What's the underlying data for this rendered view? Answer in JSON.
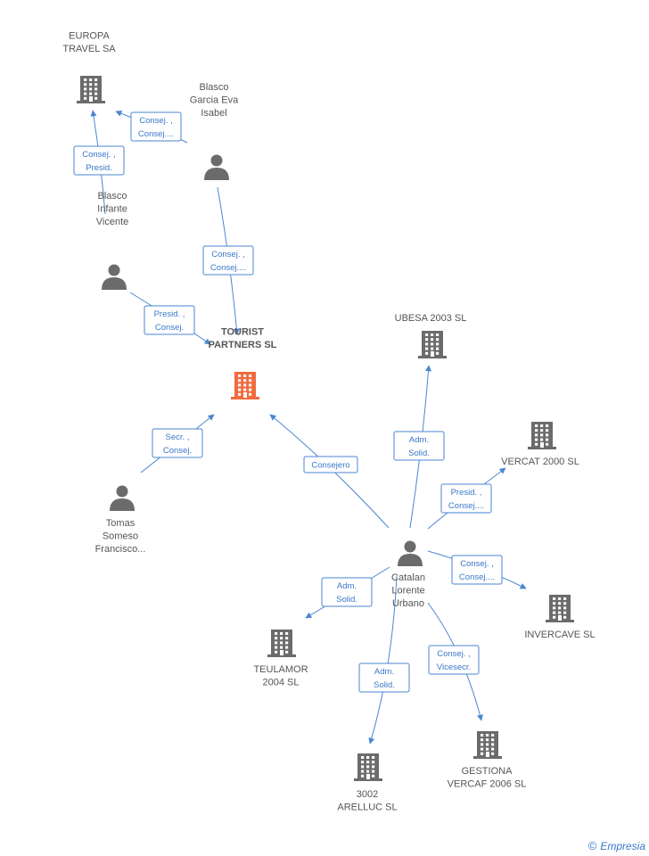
{
  "colors": {
    "edge": "#4a86d0",
    "company": "#6b6b6b",
    "person": "#6b6b6b",
    "focus": "#f26a3d"
  },
  "nodes": [
    {
      "id": "tourist",
      "type": "company",
      "focus": true,
      "label": [
        "TOURIST",
        "PARTNERS SL"
      ]
    },
    {
      "id": "europa",
      "type": "company",
      "label": [
        "EUROPA",
        "TRAVEL SA"
      ]
    },
    {
      "id": "blasco_eva",
      "type": "person",
      "label": [
        "Blasco",
        "Garcia Eva",
        "Isabel"
      ]
    },
    {
      "id": "blasco_vicente",
      "type": "person",
      "label": [
        "Blasco",
        "Infante",
        "Vicente"
      ]
    },
    {
      "id": "tomas",
      "type": "person",
      "label": [
        "Tomas",
        "Someso",
        "Francisco..."
      ]
    },
    {
      "id": "catalan",
      "type": "person",
      "label": [
        "Catalan",
        "Lorente",
        "Urbano"
      ]
    },
    {
      "id": "ubesa",
      "type": "company",
      "label": [
        "UBESA 2003 SL"
      ]
    },
    {
      "id": "vercat",
      "type": "company",
      "label": [
        "VERCAT 2000 SL"
      ]
    },
    {
      "id": "invercave",
      "type": "company",
      "label": [
        "INVERCAVE SL"
      ]
    },
    {
      "id": "teulamor",
      "type": "company",
      "label": [
        "TEULAMOR",
        "2004 SL"
      ]
    },
    {
      "id": "arelluc",
      "type": "company",
      "label": [
        "3002",
        "ARELLUC SL"
      ]
    },
    {
      "id": "gestiona",
      "type": "company",
      "label": [
        "GESTIONA",
        "VERCAF 2006 SL"
      ]
    }
  ],
  "edges": [
    {
      "from": "blasco_eva",
      "to": "europa",
      "label": [
        "Consej. ,",
        "Consej...."
      ]
    },
    {
      "from": "blasco_vicente",
      "to": "europa",
      "label": [
        "Consej. ,",
        "Presid."
      ]
    },
    {
      "from": "blasco_eva",
      "to": "tourist",
      "label": [
        "Consej. ,",
        "Consej...."
      ]
    },
    {
      "from": "blasco_vicente",
      "to": "tourist",
      "label": [
        "Presid. ,",
        "Consej."
      ]
    },
    {
      "from": "tomas",
      "to": "tourist",
      "label": [
        "Secr. ,",
        "Consej."
      ]
    },
    {
      "from": "catalan",
      "to": "tourist",
      "label": [
        "Consejero"
      ]
    },
    {
      "from": "catalan",
      "to": "ubesa",
      "label": [
        "Adm.",
        "Solid."
      ]
    },
    {
      "from": "catalan",
      "to": "vercat",
      "label": [
        "Presid. ,",
        "Consej...."
      ]
    },
    {
      "from": "catalan",
      "to": "invercave",
      "label": [
        "Consej. ,",
        "Consej...."
      ]
    },
    {
      "from": "catalan",
      "to": "teulamor",
      "label": [
        "Adm.",
        "Solid."
      ]
    },
    {
      "from": "catalan",
      "to": "arelluc",
      "label": [
        "Adm.",
        "Solid."
      ]
    },
    {
      "from": "catalan",
      "to": "gestiona",
      "label": [
        "Consej. ,",
        "Vicesecr."
      ]
    }
  ],
  "footer": {
    "copyright": "©",
    "brand": "Empresia"
  }
}
